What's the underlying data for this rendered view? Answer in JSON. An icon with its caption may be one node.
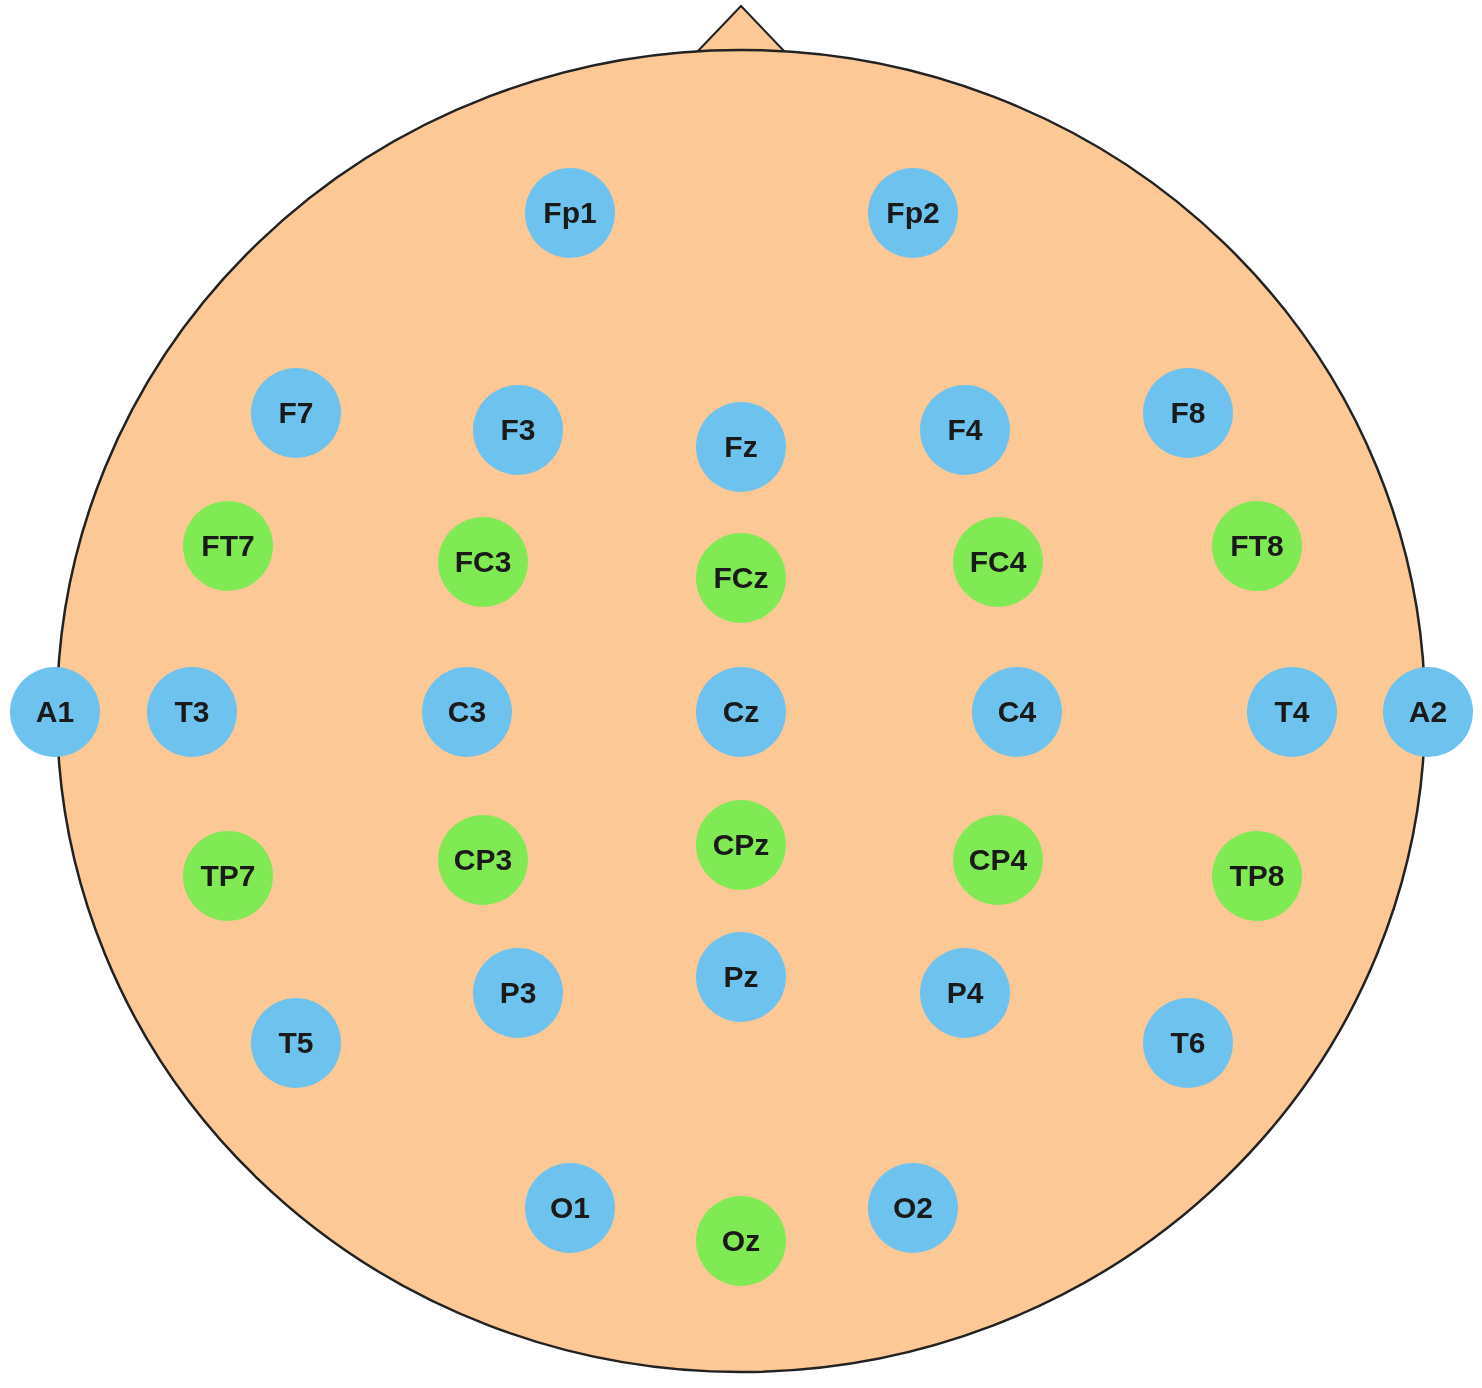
{
  "diagram": {
    "nodes": [
      {
        "text": [
          "Fp1"
        ]
      },
      {
        "text": [
          "Fp2"
        ]
      },
      {
        "text": [
          "F7"
        ]
      },
      {
        "text": [
          "F3"
        ]
      },
      {
        "text": [
          "Fz"
        ]
      },
      {
        "text": [
          "F4"
        ]
      },
      {
        "text": [
          "F8"
        ]
      },
      {
        "text": [
          "FT7"
        ]
      },
      {
        "text": [
          "FC3"
        ]
      },
      {
        "text": [
          "FCz"
        ]
      },
      {
        "text": [
          "FC4"
        ]
      },
      {
        "text": [
          "FT8"
        ]
      },
      {
        "text": [
          "A1"
        ]
      },
      {
        "text": [
          "T3"
        ]
      },
      {
        "text": [
          "C3"
        ]
      },
      {
        "text": [
          "Cz"
        ]
      },
      {
        "text": [
          "C4"
        ]
      },
      {
        "text": [
          "T4"
        ]
      },
      {
        "text": [
          "A2"
        ]
      },
      {
        "text": [
          "TP7"
        ]
      },
      {
        "text": [
          "CP3"
        ]
      },
      {
        "text": [
          "CPz"
        ]
      },
      {
        "text": [
          "CP4"
        ]
      },
      {
        "text": [
          "TP8"
        ]
      },
      {
        "text": [
          "P3"
        ]
      },
      {
        "text": [
          "Pz"
        ]
      },
      {
        "text": [
          "P4"
        ]
      },
      {
        "text": [
          "T5"
        ]
      },
      {
        "text": [
          "T6"
        ]
      },
      {
        "text": [
          "O1"
        ]
      },
      {
        "text": [
          "Oz"
        ]
      },
      {
        "text": [
          "O2"
        ]
      }
    ]
  }
}
